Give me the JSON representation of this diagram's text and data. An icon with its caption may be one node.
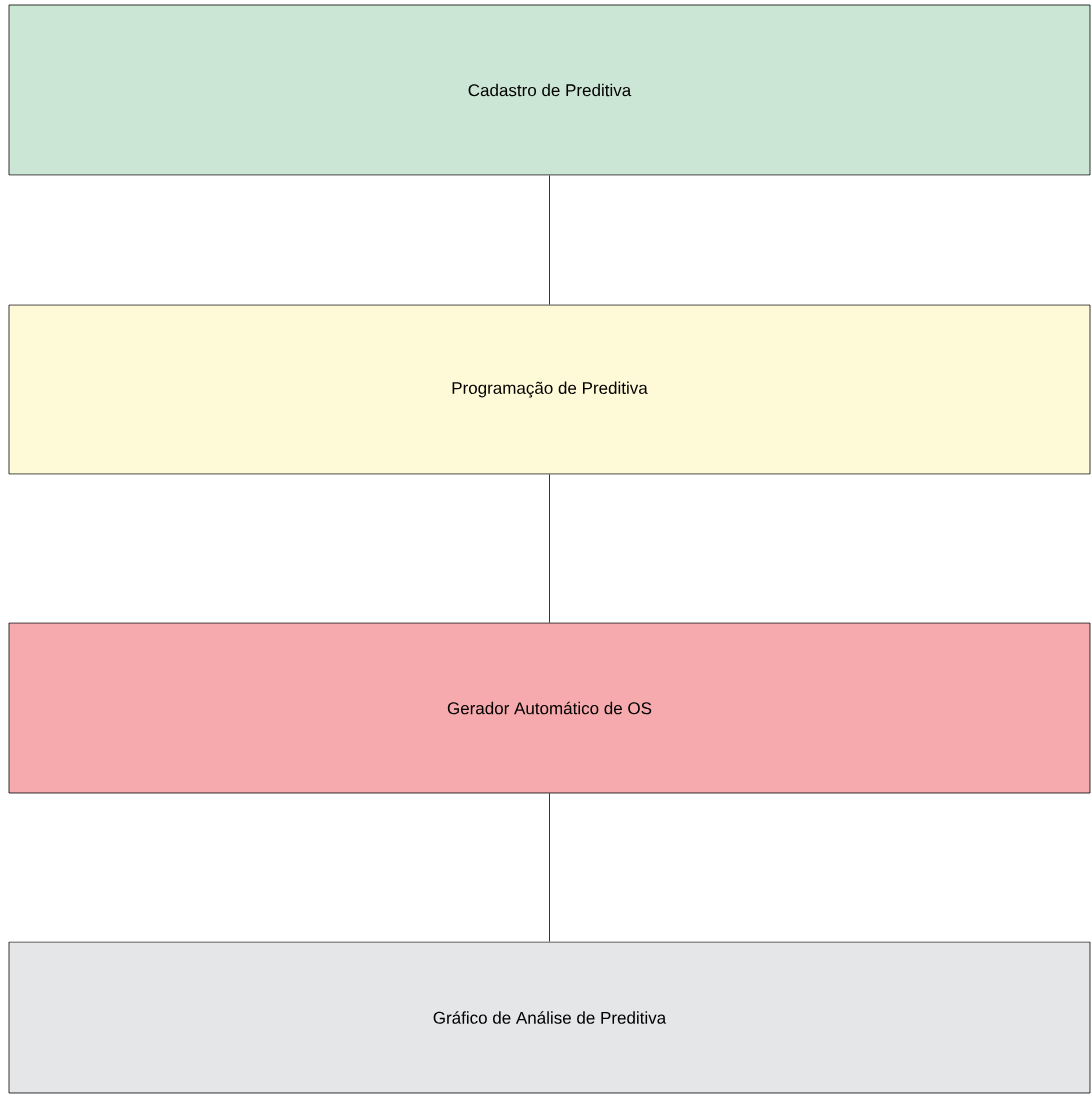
{
  "diagram": {
    "nodes": [
      {
        "text": [
          "Cadastro de Preditiva"
        ]
      },
      {
        "text": [
          "Programação de Preditiva"
        ]
      },
      {
        "text": [
          "Gerador Automático de OS"
        ]
      },
      {
        "text": [
          "Gráfico de Análise de Preditiva"
        ]
      }
    ],
    "edges": [
      {
        "from": 0,
        "to": 1,
        "arrow": "none"
      },
      {
        "from": 1,
        "to": 2,
        "arrow": "none"
      },
      {
        "from": 2,
        "to": 3,
        "arrow": "none"
      }
    ]
  }
}
